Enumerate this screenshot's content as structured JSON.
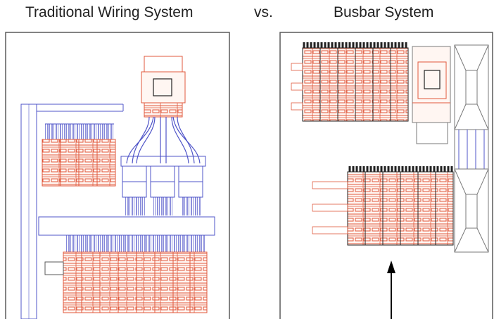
{
  "titles": {
    "left": "Traditional Wiring System",
    "vs": "vs.",
    "right": "Busbar System"
  },
  "colors": {
    "panel": "#5a5a5a",
    "wire": "#4f54c8",
    "device": "#e0583c",
    "outline": "#7a7a7a",
    "arrow": "#000000"
  }
}
